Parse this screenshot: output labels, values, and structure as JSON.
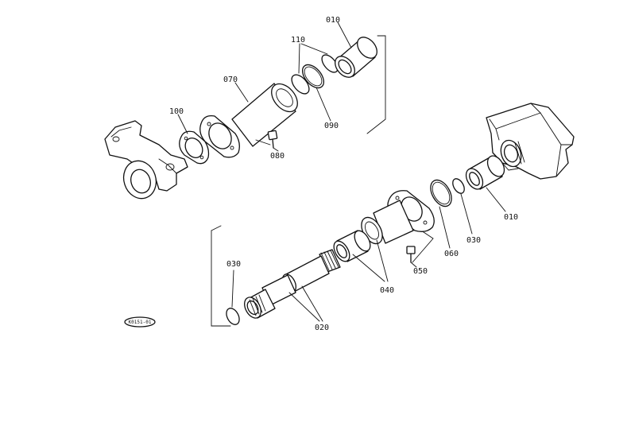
{
  "diagram": {
    "callouts": {
      "c010_top": "010",
      "c110": "110",
      "c070": "070",
      "c100": "100",
      "c090": "090",
      "c080": "080",
      "c010_right": "010",
      "c030_right": "030",
      "c060": "060",
      "c050": "050",
      "c040": "040",
      "c030_left": "030",
      "c020": "020"
    },
    "figure_code": "K0151-01"
  }
}
